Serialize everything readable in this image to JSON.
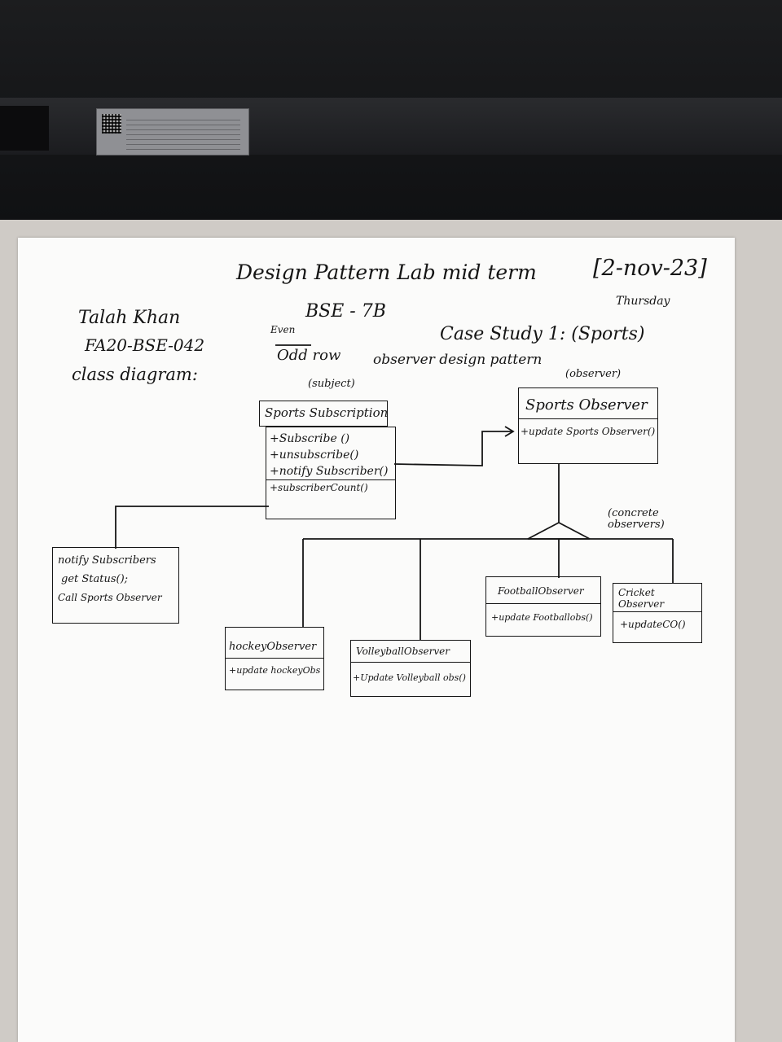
{
  "header": {
    "title": "Design Pattern Lab mid term",
    "class_section": "BSE - 7B",
    "date": "[2-nov-23]",
    "day": "Thursday",
    "name": "Talah Khan",
    "roll_no": "FA20-BSE-042",
    "diagram_label": "class diagram:",
    "row_even": "Even",
    "row_odd": "Odd row",
    "pattern": "observer design pattern",
    "case_study": "Case Study 1: (Sports)"
  },
  "annotations": {
    "subject": "(subject)",
    "observer": "(observer)",
    "concrete_observers": "(concrete observers)"
  },
  "classes": {
    "subscription": {
      "name": "Sports Subscription",
      "methods": [
        "+Subscribe ()",
        "+unsubscribe()",
        "+notify Subscriber()",
        "+subscriberCount()"
      ]
    },
    "observer": {
      "name": "Sports Observer",
      "methods": [
        "+update Sports Observer()"
      ]
    },
    "note": {
      "lines": [
        "notify Subscribers",
        "get Status();",
        "Call Sports Observer"
      ]
    },
    "hockey": {
      "name": "hockeyObserver",
      "methods": [
        "+update hockeyObs"
      ]
    },
    "volleyball": {
      "name": "VolleyballObserver",
      "methods": [
        "+Update Volleyball obs()"
      ]
    },
    "football": {
      "name": "FootballObserver",
      "methods": [
        "+update Footballobs()"
      ]
    },
    "cricket": {
      "name": "Cricket Observer",
      "methods": [
        "+updateCO()"
      ]
    }
  }
}
